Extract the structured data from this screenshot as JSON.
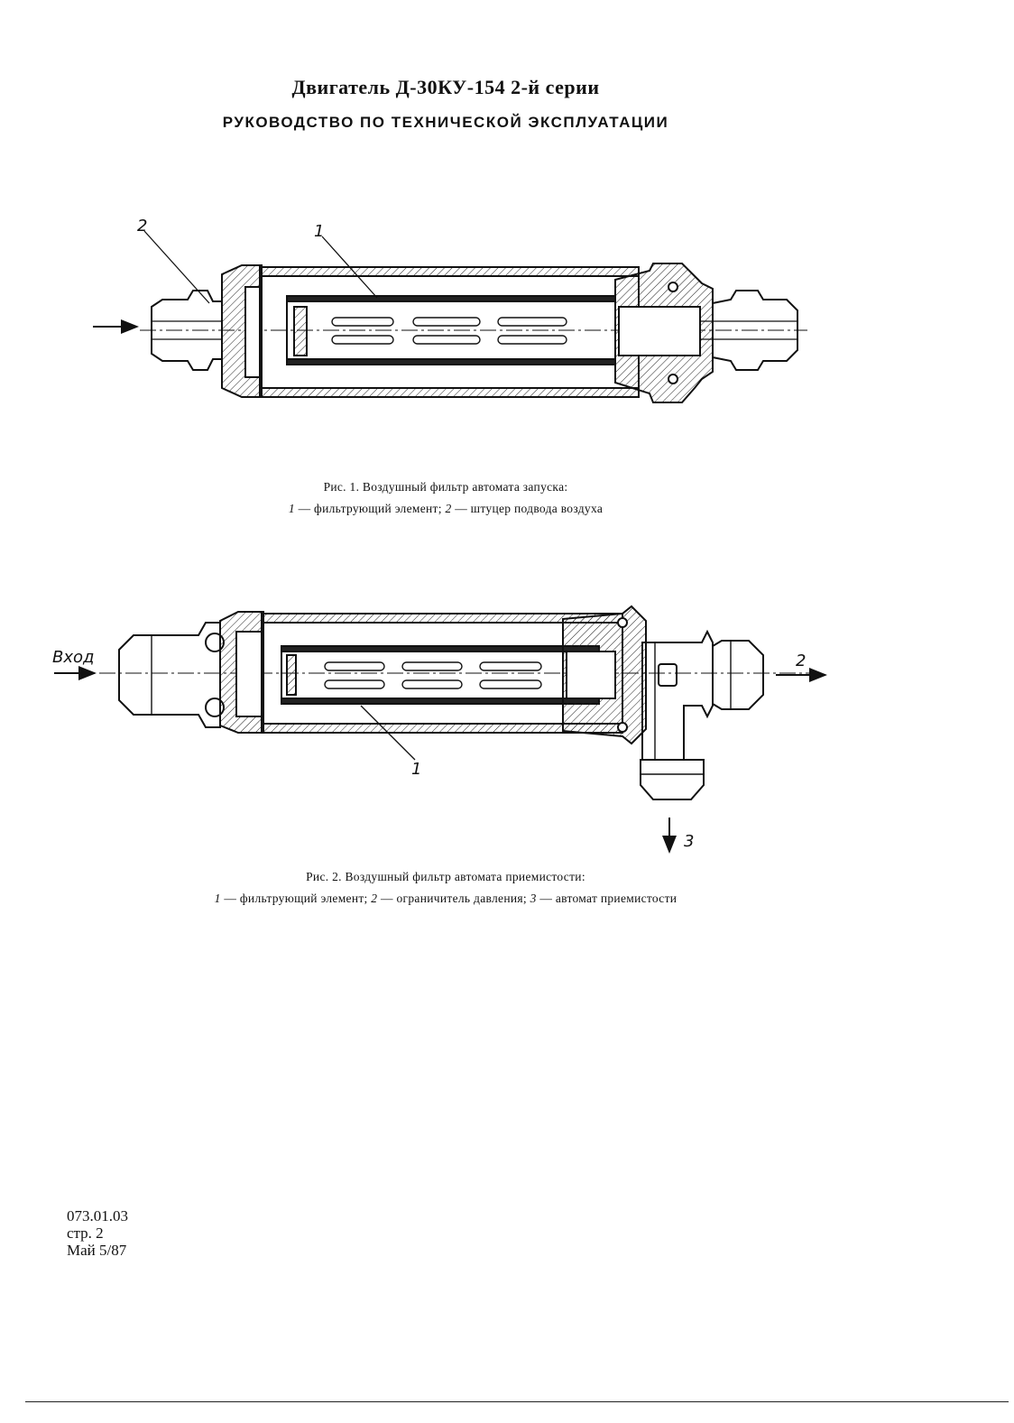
{
  "header": {
    "title": "Двигатель Д-30КУ-154 2-й серии",
    "subtitle": "РУКОВОДСТВО ПО ТЕХНИЧЕСКОЙ ЭКСПЛУАТАЦИИ"
  },
  "figure1": {
    "labels": {
      "element": "1",
      "fitting": "2"
    },
    "caption_title": "Рис. 1. Воздушный фильтр автомата запуска:",
    "legend": [
      {
        "num": "1",
        "text": " — фильтрующий элемент; "
      },
      {
        "num": "2",
        "text": " — штуцер подвода воздуха"
      }
    ]
  },
  "figure2": {
    "labels": {
      "inlet": "Вход",
      "element": "1",
      "outlet2": "2",
      "outlet3": "3"
    },
    "caption_title": "Рис. 2. Воздушный фильтр автомата приемистости:",
    "legend": [
      {
        "num": "1",
        "text": " — фильтрующий элемент; "
      },
      {
        "num": "2",
        "text": " — ограничитель давления; "
      },
      {
        "num": "3",
        "text": " — автомат приемистости"
      }
    ]
  },
  "footer": {
    "doc_number": "073.01.03",
    "page": "стр. 2",
    "date": "Май 5/87"
  }
}
